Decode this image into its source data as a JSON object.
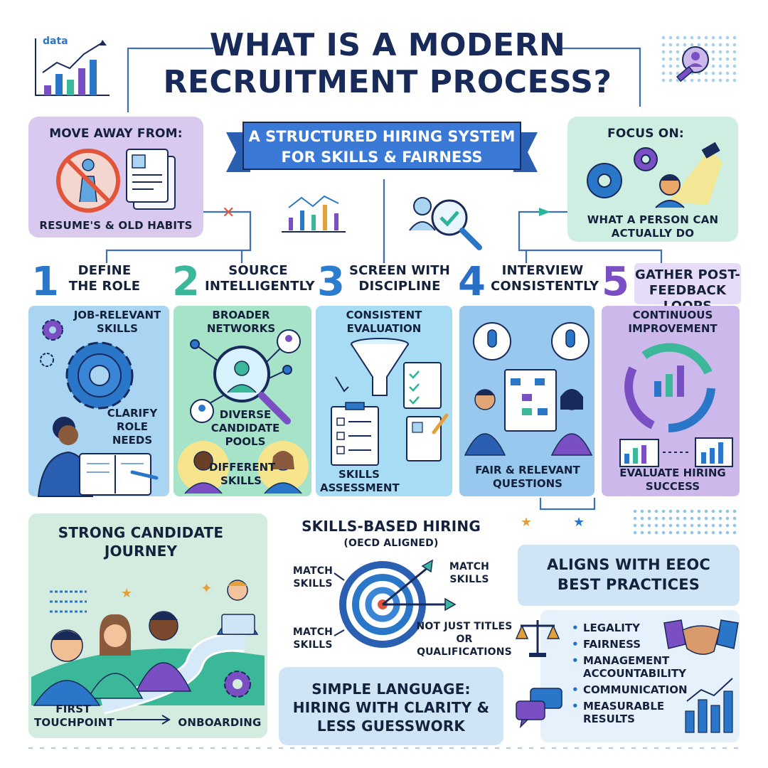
{
  "title": "WHAT IS A MODERN RECRUITMENT PROCESS?",
  "banner": "A STRUCTURED HIRING SYSTEM FOR SKILLS & FAIRNESS",
  "corner_chart_label": "data",
  "move_away": {
    "heading": "MOVE AWAY FROM:",
    "caption": "RESUME'S & OLD HABITS"
  },
  "focus_on": {
    "heading": "FOCUS ON:",
    "caption": "WHAT A PERSON CAN ACTUALLY DO"
  },
  "steps": [
    {
      "number": "1",
      "title": "DEFINE THE ROLE",
      "items": [
        "JOB-RELEVANT SKILLS",
        "CLARIFY ROLE NEEDS"
      ],
      "color": "#2a77c9"
    },
    {
      "number": "2",
      "title": "SOURCE INTELLIGENTLY",
      "items": [
        "BROADER NETWORKS",
        "DIVERSE CANDIDATE POOLS",
        "DIFFERENT SKILLS"
      ],
      "color": "#3bb79a"
    },
    {
      "number": "3",
      "title": "SCREEN WITH DISCIPLINE",
      "items": [
        "CONSISTENT EVALUATION",
        "SKILLS ASSESSMENT"
      ],
      "color": "#2a7ccf"
    },
    {
      "number": "4",
      "title": "INTERVIEW CONSISTENTLY",
      "items": [
        "FAIR & RELEVANT QUESTIONS"
      ],
      "color": "#2a6fc6"
    },
    {
      "number": "5",
      "title": "GATHER POST-FEEDBACK LOOPS",
      "items": [
        "CONTINUOUS IMPROVEMENT",
        "EVALUATE HIRING SUCCESS"
      ],
      "color": "#7a4fc4"
    }
  ],
  "journey": {
    "title": "STRONG CANDIDATE JOURNEY",
    "start": "FIRST TOUCHPOINT",
    "end": "ONBOARDING"
  },
  "skills_based": {
    "title": "SKILLS-BASED HIRING",
    "subtitle": "(OECD ALIGNED)",
    "label_left_top": "MATCH SKILLS",
    "label_right_top": "MATCH SKILLS",
    "label_left_bottom": "MATCH SKILLS",
    "label_right_bottom": "NOT JUST TITLES OR QUALIFICATIONS"
  },
  "simple_language": "SIMPLE LANGUAGE: HIRING WITH CLARITY & LESS GUESSWORK",
  "eeoc": {
    "title": "ALIGNS WITH EEOC BEST PRACTICES",
    "items": [
      "LEGALITY",
      "FAIRNESS",
      "MANAGEMENT ACCOUNTABILITY",
      "COMMUNICATION",
      "MEASURABLE RESULTS"
    ]
  },
  "colors": {
    "navy": "#172a5a",
    "blue": "#2a77c9",
    "green": "#3bb79a",
    "purple": "#7a4fc4",
    "panel_blue": "#a9d4f2",
    "panel_green": "#a6e3c8",
    "panel_purple": "#cdb8ec"
  }
}
